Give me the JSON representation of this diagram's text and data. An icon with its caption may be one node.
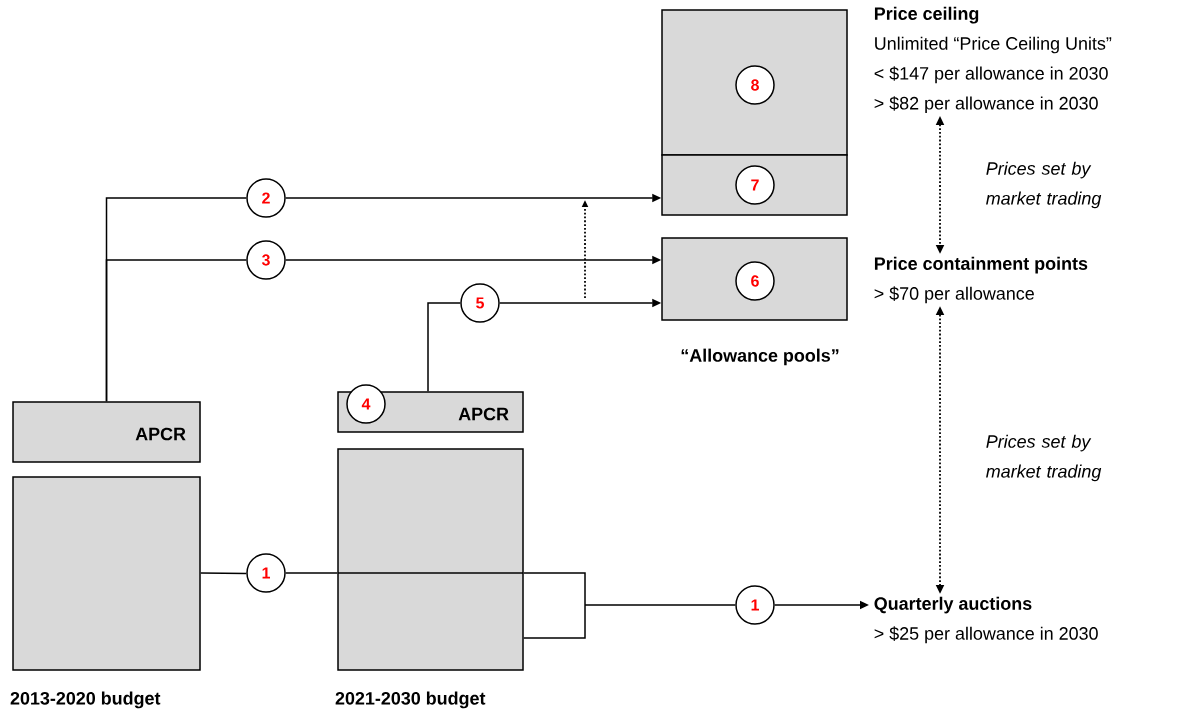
{
  "diagram": {
    "nodes": [
      {
        "text": [
          "APCR"
        ]
      },
      {
        "text": [
          "2013-2020 budget"
        ]
      },
      {
        "text": [
          "APCR"
        ]
      },
      {
        "text": [
          "4"
        ],
        "in": 2
      },
      {
        "text": [
          "2021-2030 budget"
        ]
      },
      {
        "text": [],
        "shape": "box"
      },
      {
        "text": [
          "8"
        ],
        "in": 5
      },
      {
        "text": [],
        "shape": "box"
      },
      {
        "text": [
          "7"
        ],
        "in": 7
      },
      {
        "text": [],
        "shape": "box"
      },
      {
        "text": [
          "6"
        ],
        "in": 9
      },
      {
        "text": [
          "Price ceiling",
          "Unlimited “Price Ceiling Units”",
          "< $147 per allowance in 2030",
          "> $82 per allowance in 2030"
        ]
      },
      {
        "text": [
          "Price containment points",
          "> $70 per allowance"
        ]
      },
      {
        "text": [
          "Quarterly auctions",
          "> $25 per allowance in 2030"
        ]
      },
      {
        "text": [
          "2"
        ]
      },
      {
        "text": [
          "3"
        ]
      },
      {
        "text": [
          "5"
        ]
      },
      {
        "text": [
          "1"
        ]
      },
      {
        "text": [
          "1"
        ]
      }
    ],
    "edges": [
      {
        "from": 0,
        "to": 14,
        "arrow": "none"
      },
      {
        "from": 14,
        "to": 7,
        "arrow": "to"
      },
      {
        "from": 0,
        "to": 15,
        "arrow": "none"
      },
      {
        "from": 15,
        "to": 9,
        "arrow": "to"
      },
      {
        "from": 2,
        "to": 16,
        "arrow": "none"
      },
      {
        "from": 16,
        "to": 9,
        "arrow": "to"
      },
      {
        "from": 1,
        "to": 17,
        "arrow": "none"
      },
      {
        "from": 17,
        "to": 4,
        "arrow": "none"
      },
      {
        "from": 4,
        "to": 18,
        "arrow": "none"
      },
      {
        "from": 18,
        "to": 13,
        "arrow": "to"
      },
      {
        "from": 11,
        "to": 12,
        "arrow": "both",
        "style": "dashed",
        "label": "Prices set by market trading"
      },
      {
        "from": 12,
        "to": 13,
        "arrow": "both",
        "style": "dashed",
        "label": "Prices set by market trading"
      }
    ],
    "labels": [
      "“Allowance pools”"
    ]
  }
}
